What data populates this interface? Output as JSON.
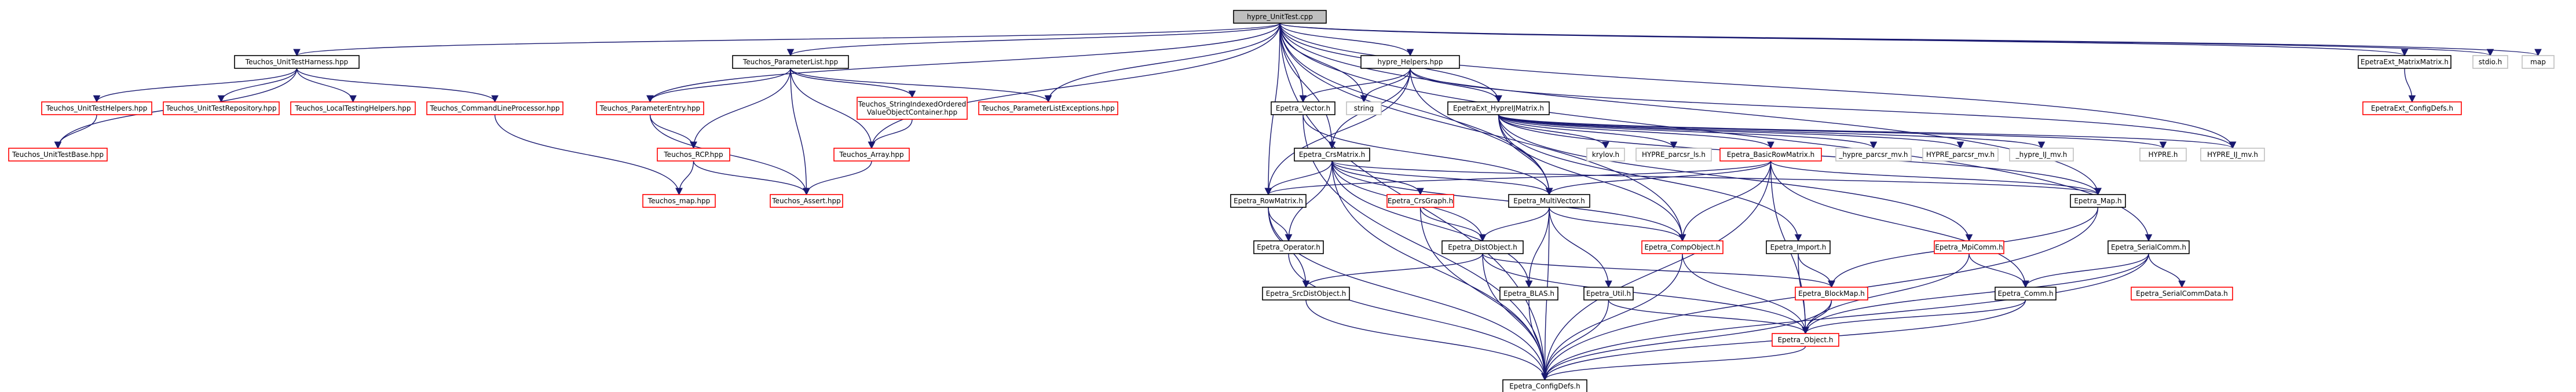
{
  "nodes": [
    {
      "id": "root",
      "label": "hypre_UnitTest.cpp",
      "style": "root",
      "link": false
    },
    {
      "id": "uth",
      "label": "Teuchos_UnitTestHarness.hpp",
      "style": "black",
      "link": true
    },
    {
      "id": "pl",
      "label": "Teuchos_ParameterList.hpp",
      "style": "black",
      "link": true
    },
    {
      "id": "hh",
      "label": "hypre_Helpers.hpp",
      "style": "black",
      "link": true
    },
    {
      "id": "emm",
      "label": "EpetraExt_MatrixMatrix.h",
      "style": "black",
      "link": true
    },
    {
      "id": "stdio",
      "label": "stdio.h",
      "style": "plain",
      "link": false
    },
    {
      "id": "map",
      "label": "map",
      "style": "plain",
      "link": false
    },
    {
      "id": "uthelp",
      "label": "Teuchos_UnitTestHelpers.hpp",
      "style": "red",
      "link": true
    },
    {
      "id": "utrepo",
      "label": "Teuchos_UnitTestRepository.hpp",
      "style": "red",
      "link": true
    },
    {
      "id": "lth",
      "label": "Teuchos_LocalTestingHelpers.hpp",
      "style": "red",
      "link": true
    },
    {
      "id": "clp",
      "label": "Teuchos_CommandLineProcessor.hpp",
      "style": "red",
      "link": true
    },
    {
      "id": "pe",
      "label": "Teuchos_ParameterEntry.hpp",
      "style": "red",
      "link": true
    },
    {
      "id": "sio",
      "label": "Teuchos_StringIndexedOrdered ValueObjectContainer.hpp",
      "style": "red",
      "link": true
    },
    {
      "id": "ple",
      "label": "Teuchos_ParameterListExceptions.hpp",
      "style": "red",
      "link": true
    },
    {
      "id": "ev",
      "label": "Epetra_Vector.h",
      "style": "black",
      "link": true
    },
    {
      "id": "str",
      "label": "string",
      "style": "plain",
      "link": false
    },
    {
      "id": "ehm",
      "label": "EpetraExt_HypreIJMatrix.h",
      "style": "black",
      "link": true
    },
    {
      "id": "ecfg",
      "label": "EpetraExt_ConfigDefs.h",
      "style": "red",
      "link": true
    },
    {
      "id": "utb",
      "label": "Teuchos_UnitTestBase.hpp",
      "style": "red",
      "link": true
    },
    {
      "id": "rcp",
      "label": "Teuchos_RCP.hpp",
      "style": "red",
      "link": true
    },
    {
      "id": "arr",
      "label": "Teuchos_Array.hpp",
      "style": "red",
      "link": true
    },
    {
      "id": "crs",
      "label": "Epetra_CrsMatrix.h",
      "style": "black",
      "link": true
    },
    {
      "id": "krylov",
      "label": "krylov.h",
      "style": "plain",
      "link": false
    },
    {
      "id": "hpls",
      "label": "HYPRE_parcsr_ls.h",
      "style": "plain",
      "link": false
    },
    {
      "id": "brm",
      "label": "Epetra_BasicRowMatrix.h",
      "style": "red",
      "link": true
    },
    {
      "id": "hpmv",
      "label": "_hypre_parcsr_mv.h",
      "style": "plain",
      "link": false
    },
    {
      "id": "Hpmv",
      "label": "HYPRE_parcsr_mv.h",
      "style": "plain",
      "link": false
    },
    {
      "id": "hijmv",
      "label": "_hypre_IJ_mv.h",
      "style": "plain",
      "link": false
    },
    {
      "id": "hypre",
      "label": "HYPRE.h",
      "style": "plain",
      "link": false
    },
    {
      "id": "HIJmv",
      "label": "HYPRE_IJ_mv.h",
      "style": "plain",
      "link": false
    },
    {
      "id": "tmap",
      "label": "Teuchos_map.hpp",
      "style": "red",
      "link": true
    },
    {
      "id": "asrt",
      "label": "Teuchos_Assert.hpp",
      "style": "red",
      "link": true
    },
    {
      "id": "erm",
      "label": "Epetra_RowMatrix.h",
      "style": "black",
      "link": true
    },
    {
      "id": "ecg",
      "label": "Epetra_CrsGraph.h",
      "style": "red",
      "link": true
    },
    {
      "id": "emv",
      "label": "Epetra_MultiVector.h",
      "style": "black",
      "link": true
    },
    {
      "id": "emap",
      "label": "Epetra_Map.h",
      "style": "black",
      "link": true
    },
    {
      "id": "eop",
      "label": "Epetra_Operator.h",
      "style": "black",
      "link": true
    },
    {
      "id": "edo",
      "label": "Epetra_DistObject.h",
      "style": "black",
      "link": true
    },
    {
      "id": "eco",
      "label": "Epetra_CompObject.h",
      "style": "red",
      "link": true
    },
    {
      "id": "eimp",
      "label": "Epetra_Import.h",
      "style": "black",
      "link": true
    },
    {
      "id": "emc",
      "label": "Epetra_MpiComm.h",
      "style": "red",
      "link": true
    },
    {
      "id": "esc",
      "label": "Epetra_SerialComm.h",
      "style": "black",
      "link": true
    },
    {
      "id": "esdo",
      "label": "Epetra_SrcDistObject.h",
      "style": "black",
      "link": true
    },
    {
      "id": "eblas",
      "label": "Epetra_BLAS.h",
      "style": "black",
      "link": true
    },
    {
      "id": "eutil",
      "label": "Epetra_Util.h",
      "style": "black",
      "link": true
    },
    {
      "id": "ebm",
      "label": "Epetra_BlockMap.h",
      "style": "red",
      "link": true
    },
    {
      "id": "ecomm",
      "label": "Epetra_Comm.h",
      "style": "black",
      "link": true
    },
    {
      "id": "escd",
      "label": "Epetra_SerialCommData.h",
      "style": "red",
      "link": true
    },
    {
      "id": "eobj",
      "label": "Epetra_Object.h",
      "style": "red",
      "link": true
    },
    {
      "id": "ecd",
      "label": "Epetra_ConfigDefs.h",
      "style": "black",
      "link": true
    }
  ],
  "edges": [
    [
      "root",
      "uth"
    ],
    [
      "root",
      "pl"
    ],
    [
      "root",
      "hh"
    ],
    [
      "root",
      "emm"
    ],
    [
      "root",
      "stdio"
    ],
    [
      "root",
      "map"
    ],
    [
      "root",
      "pe"
    ],
    [
      "root",
      "ple"
    ],
    [
      "root",
      "arr"
    ],
    [
      "root",
      "ev"
    ],
    [
      "root",
      "str"
    ],
    [
      "root",
      "ehm"
    ],
    [
      "root",
      "crs"
    ],
    [
      "root",
      "erm"
    ],
    [
      "root",
      "emv"
    ],
    [
      "root",
      "emap"
    ],
    [
      "root",
      "esc"
    ],
    [
      "root",
      "ecd"
    ],
    [
      "root",
      "HIJmv"
    ],
    [
      "root",
      "eco"
    ],
    [
      "uth",
      "uthelp"
    ],
    [
      "uth",
      "utrepo"
    ],
    [
      "uth",
      "lth"
    ],
    [
      "uth",
      "clp"
    ],
    [
      "uth",
      "utb"
    ],
    [
      "uthelp",
      "utb"
    ],
    [
      "clp",
      "tmap"
    ],
    [
      "pl",
      "pe"
    ],
    [
      "pl",
      "sio"
    ],
    [
      "pl",
      "ple"
    ],
    [
      "pl",
      "rcp"
    ],
    [
      "pl",
      "arr"
    ],
    [
      "pl",
      "asrt"
    ],
    [
      "pe",
      "rcp"
    ],
    [
      "pe",
      "asrt"
    ],
    [
      "rcp",
      "tmap"
    ],
    [
      "rcp",
      "asrt"
    ],
    [
      "sio",
      "arr"
    ],
    [
      "arr",
      "asrt"
    ],
    [
      "hh",
      "ev"
    ],
    [
      "hh",
      "str"
    ],
    [
      "hh",
      "ehm"
    ],
    [
      "hh",
      "crs"
    ],
    [
      "hh",
      "emv"
    ],
    [
      "hh",
      "erm"
    ],
    [
      "hh",
      "HIJmv"
    ],
    [
      "emm",
      "ecfg"
    ],
    [
      "ev",
      "emv"
    ],
    [
      "ev",
      "ecd"
    ],
    [
      "ehm",
      "krylov"
    ],
    [
      "ehm",
      "hpls"
    ],
    [
      "ehm",
      "brm"
    ],
    [
      "ehm",
      "hpmv"
    ],
    [
      "ehm",
      "Hpmv"
    ],
    [
      "ehm",
      "hijmv"
    ],
    [
      "ehm",
      "hypre"
    ],
    [
      "ehm",
      "HIJmv"
    ],
    [
      "ehm",
      "emv"
    ],
    [
      "ehm",
      "emap"
    ],
    [
      "ehm",
      "eimp"
    ],
    [
      "ehm",
      "emc"
    ],
    [
      "ehm",
      "eco"
    ],
    [
      "brm",
      "erm"
    ],
    [
      "brm",
      "emv"
    ],
    [
      "brm",
      "emap"
    ],
    [
      "brm",
      "eco"
    ],
    [
      "brm",
      "eobj"
    ],
    [
      "brm",
      "ecomm"
    ],
    [
      "brm",
      "ecd"
    ],
    [
      "crs",
      "erm"
    ],
    [
      "crs",
      "ecg"
    ],
    [
      "crs",
      "emv"
    ],
    [
      "crs",
      "edo"
    ],
    [
      "crs",
      "eco"
    ],
    [
      "crs",
      "eblas"
    ],
    [
      "crs",
      "emap"
    ],
    [
      "crs",
      "eop"
    ],
    [
      "crs",
      "ecd"
    ],
    [
      "erm",
      "eop"
    ],
    [
      "erm",
      "esdo"
    ],
    [
      "erm",
      "ecd"
    ],
    [
      "ecg",
      "edo"
    ],
    [
      "ecg",
      "ecd"
    ],
    [
      "emv",
      "edo"
    ],
    [
      "emv",
      "eco"
    ],
    [
      "emv",
      "eblas"
    ],
    [
      "emv",
      "eutil"
    ],
    [
      "emv",
      "ecd"
    ],
    [
      "emap",
      "ebm"
    ],
    [
      "emap",
      "ecd"
    ],
    [
      "eop",
      "ecd"
    ],
    [
      "edo",
      "esdo"
    ],
    [
      "edo",
      "ebm"
    ],
    [
      "edo",
      "eobj"
    ],
    [
      "edo",
      "ecd"
    ],
    [
      "eco",
      "eobj"
    ],
    [
      "eco",
      "ecd"
    ],
    [
      "eimp",
      "ebm"
    ],
    [
      "eimp",
      "eobj"
    ],
    [
      "emc",
      "ecomm"
    ],
    [
      "emc",
      "eobj"
    ],
    [
      "esc",
      "ecomm"
    ],
    [
      "esc",
      "escd"
    ],
    [
      "esc",
      "eobj"
    ],
    [
      "esc",
      "ecd"
    ],
    [
      "esdo",
      "ecd"
    ],
    [
      "eblas",
      "ecd"
    ],
    [
      "eutil",
      "eobj"
    ],
    [
      "eutil",
      "ecd"
    ],
    [
      "ebm",
      "eobj"
    ],
    [
      "ebm",
      "ecd"
    ],
    [
      "ecomm",
      "eobj"
    ],
    [
      "ecomm",
      "ecd"
    ],
    [
      "eobj",
      "ecd"
    ]
  ]
}
